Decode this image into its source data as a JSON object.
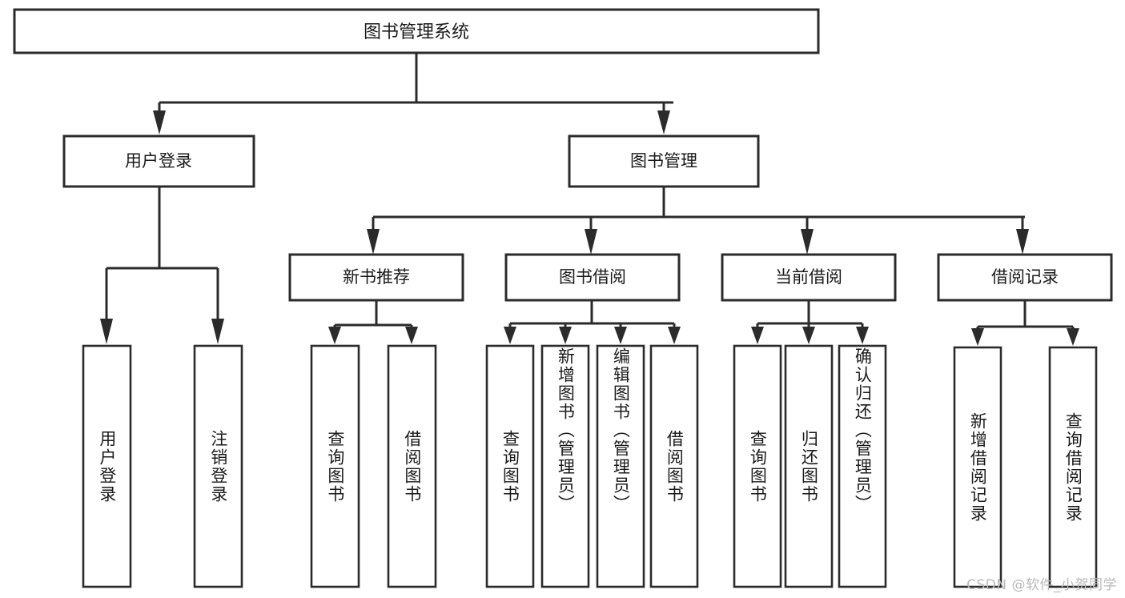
{
  "diagram": {
    "type": "tree-hierarchy-chart",
    "title": "图书管理系统",
    "orientation": "top-down",
    "levels": 4
  },
  "root": {
    "label": "图书管理系统"
  },
  "level2": [
    {
      "label": "用户登录"
    },
    {
      "label": "图书管理"
    }
  ],
  "level3": [
    {
      "label": "新书推荐"
    },
    {
      "label": "图书借阅"
    },
    {
      "label": "当前借阅"
    },
    {
      "label": "借阅记录"
    }
  ],
  "leaves": {
    "user_login": [
      {
        "label": "用户登录"
      },
      {
        "label": "注销登录"
      }
    ],
    "new_book_recommend": [
      {
        "label": "查询图书"
      },
      {
        "label": "借阅图书"
      }
    ],
    "book_borrow": [
      {
        "label": "查询图书"
      },
      {
        "label": "新增图书（管理员）"
      },
      {
        "label": "编辑图书（管理员）"
      },
      {
        "label": "借阅图书"
      }
    ],
    "current_borrow": [
      {
        "label": "查询图书"
      },
      {
        "label": "归还图书"
      },
      {
        "label": "确认归还（管理员）"
      }
    ],
    "borrow_record": [
      {
        "label": "新增借阅记录"
      },
      {
        "label": "查询借阅记录"
      }
    ]
  },
  "watermark": {
    "text": "CSDN @软件_小贺同学"
  },
  "colors": {
    "background": "#ffffff",
    "box_fill": "#ffffff",
    "box_stroke": "#2b2b2b",
    "text": "#1a1a1a",
    "watermark": "#b8b8b8"
  }
}
